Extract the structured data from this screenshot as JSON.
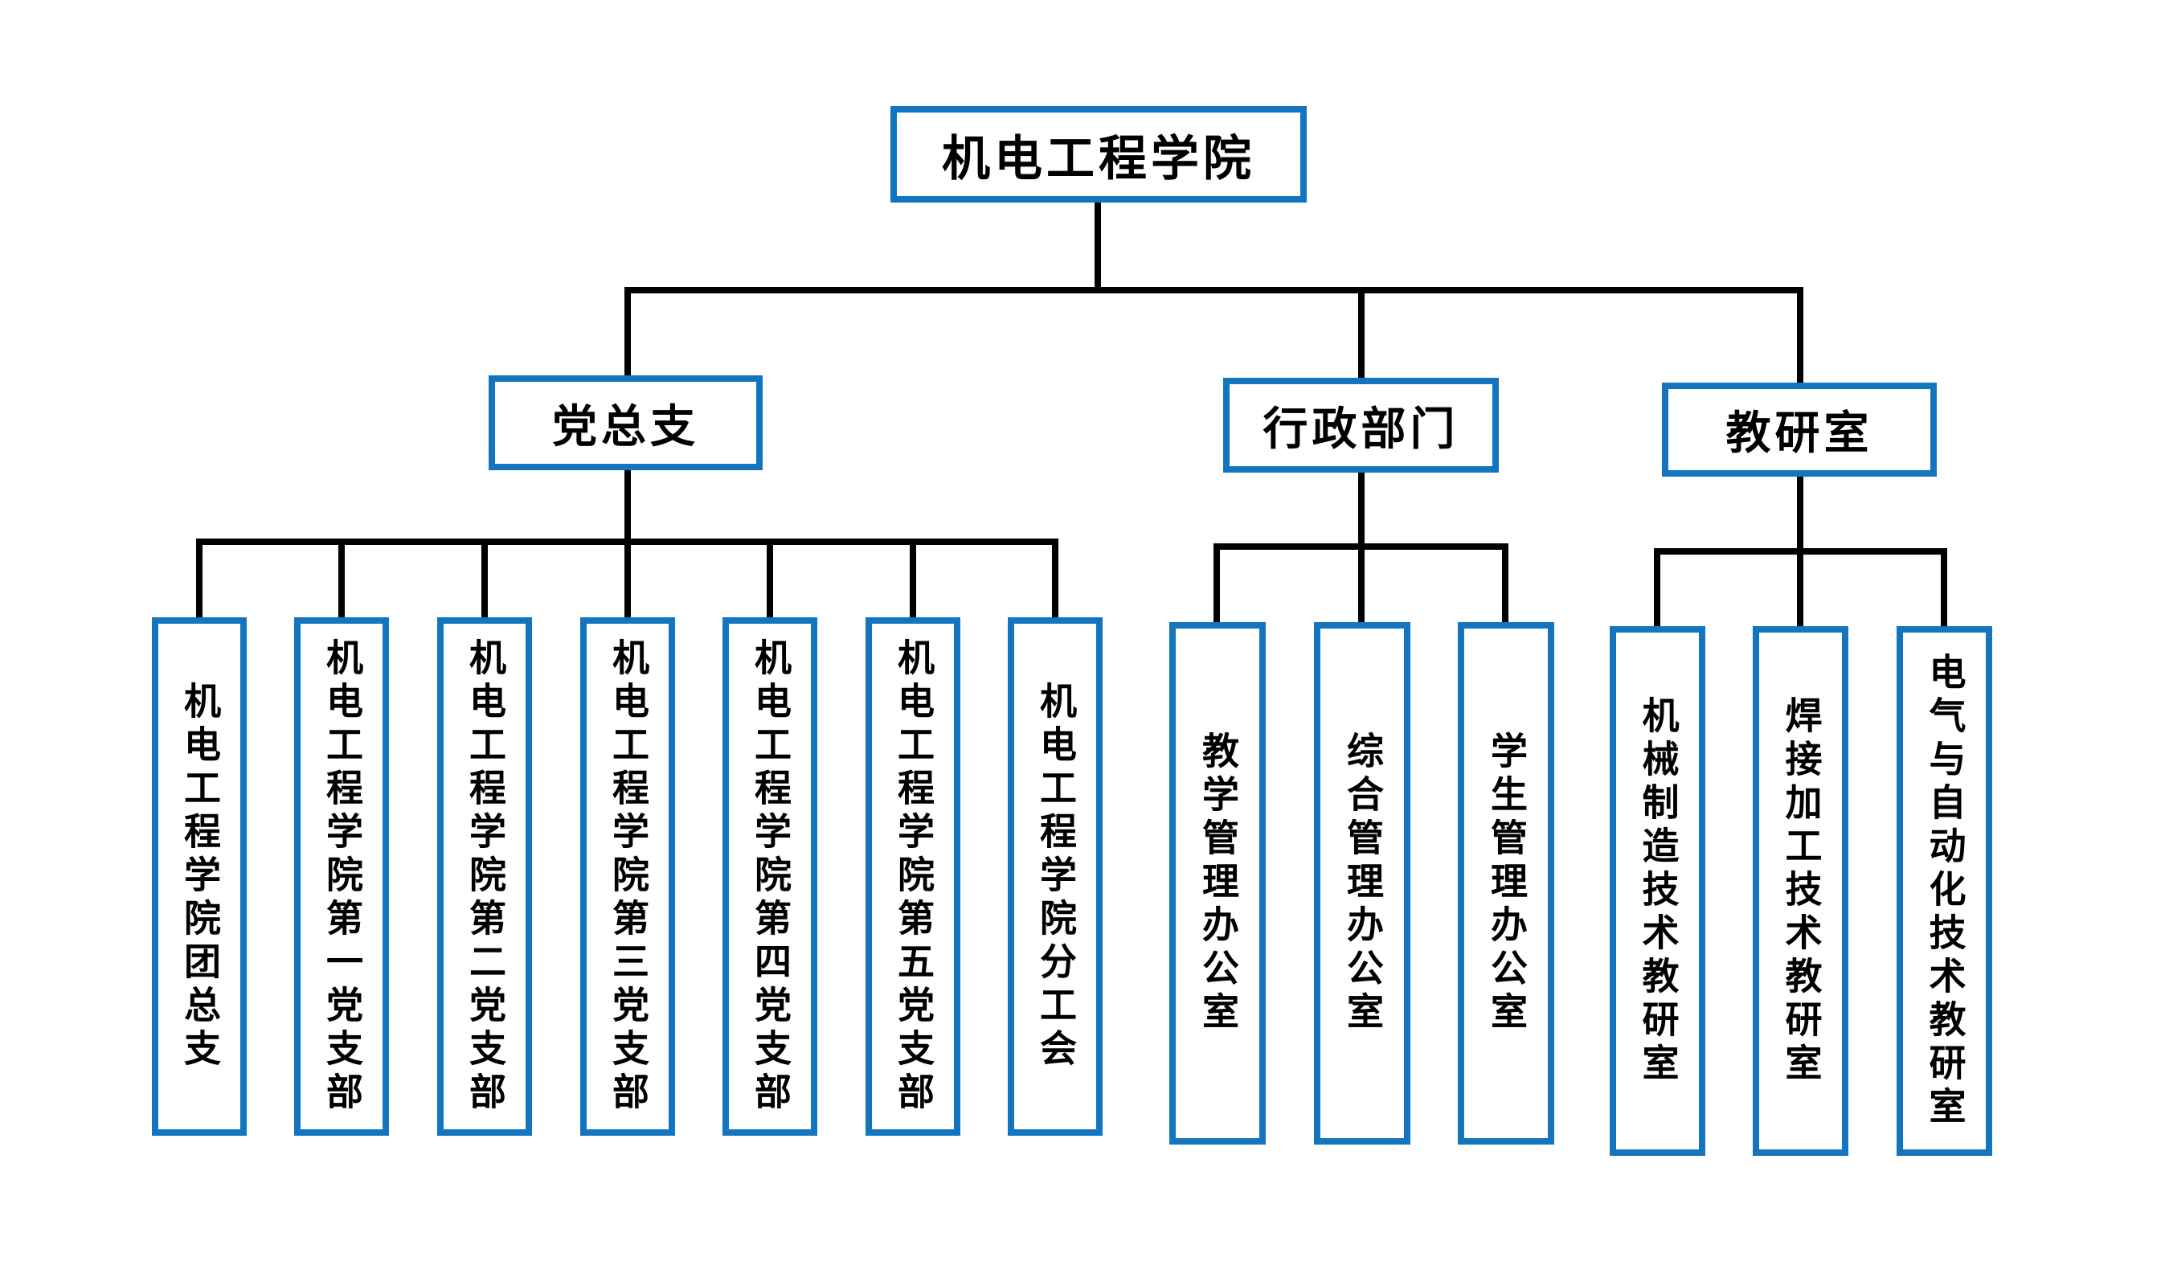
{
  "diagram": {
    "type": "org-chart",
    "root": "机电工程学院",
    "groups": [
      {
        "label": "党总支",
        "children": [
          "机电工程学院团总支",
          "机电工程学院第一党支部",
          "机电工程学院第二党支部",
          "机电工程学院第三党支部",
          "机电工程学院第四党支部",
          "机电工程学院第五党支部",
          "机电工程学院分工会"
        ]
      },
      {
        "label": "行政部门",
        "children": [
          "教学管理办公室",
          "综合管理办公室",
          "学生管理办公室"
        ]
      },
      {
        "label": "教研室",
        "children": [
          "机械制造技术教研室",
          "焊接加工技术教研室",
          "电气与自动化技术教研室"
        ]
      }
    ],
    "colors": {
      "box_border": "#1375C0",
      "connector_line": "#000000",
      "text": "#000000",
      "background": "#FFFFFF"
    }
  }
}
